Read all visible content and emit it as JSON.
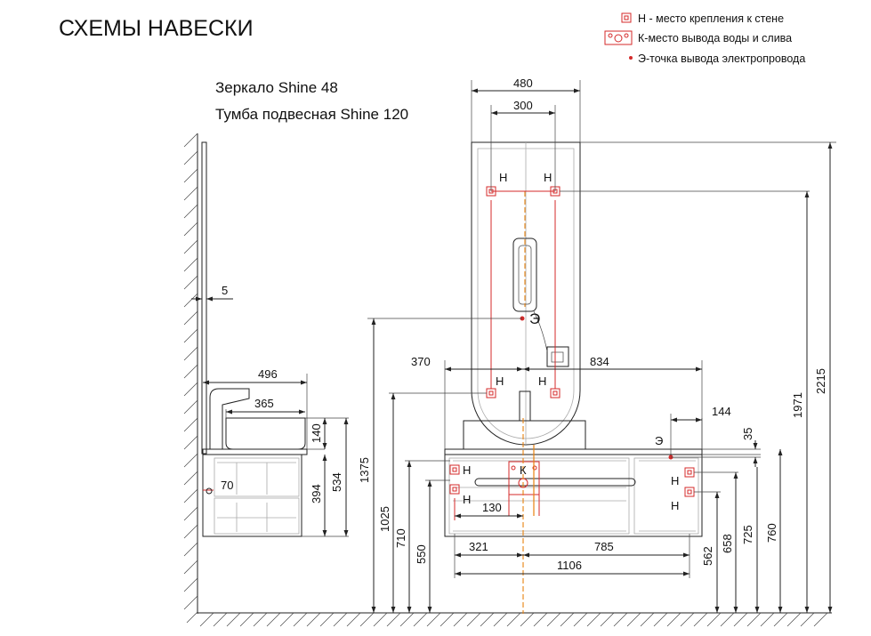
{
  "title": "СХЕМЫ НАВЕСКИ",
  "subtitles": [
    "Зеркало Shine 48",
    "Тумба подвесная Shine 120"
  ],
  "legend": [
    {
      "icon": "mount-point-icon",
      "text": "Н - место крепления к стене"
    },
    {
      "icon": "water-outlet-icon",
      "text": "К-место вывода воды и слива"
    },
    {
      "icon": "electric-point-icon",
      "text": "Э-точка вывода электропровода"
    }
  ],
  "colors": {
    "marker": "#d42a2a",
    "axis": "#e8820f",
    "line": "#222222"
  },
  "side_dims": {
    "wall_gap": "5",
    "depth_top": "496",
    "bowl_depth": "365",
    "bowl_height": "140",
    "cabinet_height": "394",
    "total_height": "534",
    "hole_offset": "70"
  },
  "front_dims": {
    "mirror_width": "480",
    "mount_spacing": "300",
    "left_offset": "370",
    "right_offset": "834",
    "elec_offset": "144",
    "elec_drop": "35",
    "cab_mount_spacing": "130",
    "left_part": "321",
    "right_part": "785",
    "total_width": "1106",
    "h_562": "562",
    "h_658": "658",
    "h_725": "725",
    "h_760": "760",
    "h_1971": "1971",
    "h_2215": "2215",
    "h_1375": "1375",
    "h_1025": "1025",
    "h_710": "710",
    "h_550": "550"
  },
  "markers": {
    "mount": "Н",
    "water": "К",
    "electric": "Э"
  }
}
